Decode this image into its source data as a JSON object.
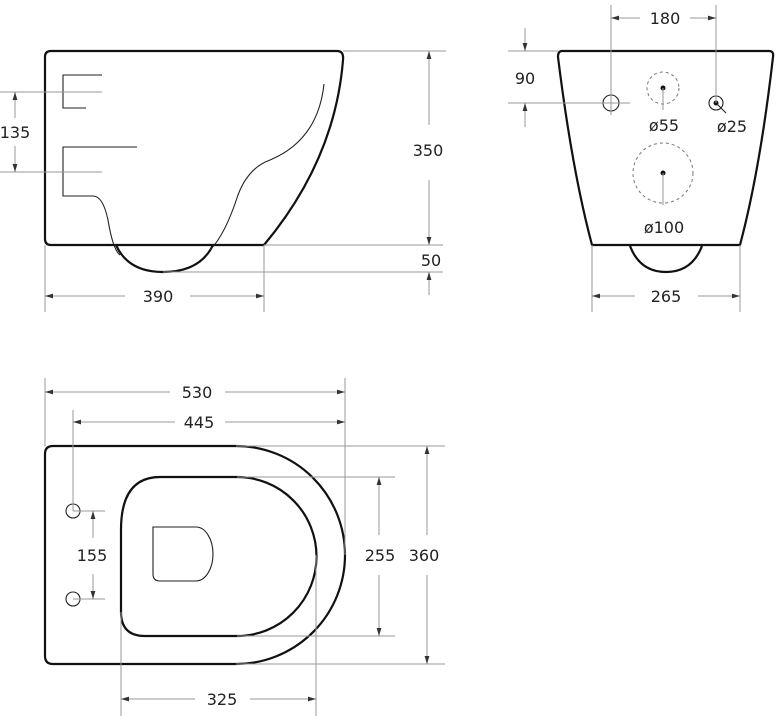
{
  "side_view": {
    "height": "350",
    "bowl_drop": "50",
    "depth": "390",
    "inlet_spacing": "135"
  },
  "front_view": {
    "bolt_spacing": "180",
    "bolt_height": "90",
    "hole_55": "ø55",
    "hole_25": "ø25",
    "hole_100": "ø100",
    "width": "265"
  },
  "top_view": {
    "length": "530",
    "bolt_to_front": "445",
    "width": "360",
    "seat_width": "255",
    "bolt_pair_spacing": "155",
    "seat_length": "325"
  },
  "colors": {
    "outline": "#111111",
    "dimension": "#999999"
  }
}
